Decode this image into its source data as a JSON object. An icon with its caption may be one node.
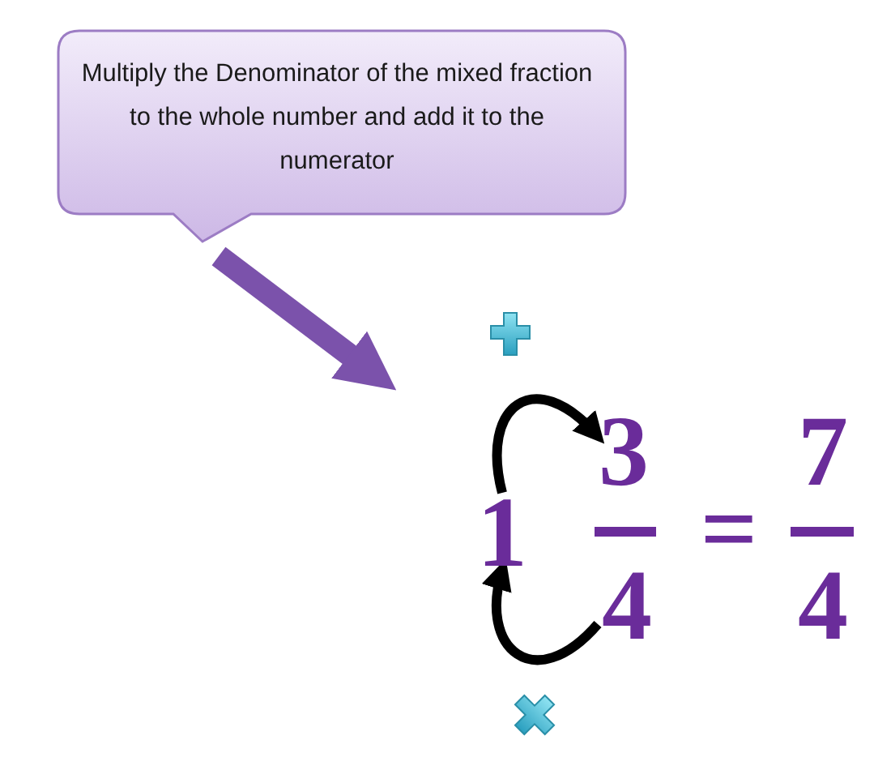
{
  "diagram": {
    "nodes": [
      {
        "text": [
          "Multiply the Denominator of the mixed fraction to the whole number and add it to the numerator"
        ]
      },
      {
        "text": [
          "1"
        ]
      },
      {
        "text": [
          "3"
        ]
      },
      {
        "text": [
          "4"
        ]
      }
    ],
    "edges": [
      {
        "from": 0,
        "to": null,
        "arrow": "to",
        "style": "thick",
        "color": "#7b52ab"
      },
      {
        "from": 1,
        "to": 2,
        "arrow": "to"
      },
      {
        "from": 3,
        "to": 1,
        "arrow": "to"
      }
    ],
    "labels": [
      "=",
      "7",
      "4"
    ]
  }
}
